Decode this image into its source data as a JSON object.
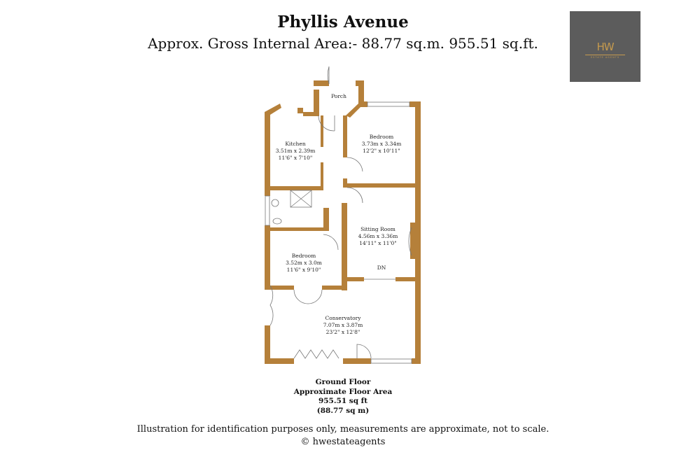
{
  "title": "Phyllis Avenue",
  "subtitle": "Approx. Gross Internal Area:- 88.77 sq.m. 955.51 sq.ft.",
  "logo": {
    "text": "HW",
    "tagline": "ESTATE AGENTS",
    "bg": "#5c5c5c",
    "color": "#c59a4e"
  },
  "wall_color": "#b5803a",
  "rooms": {
    "porch": {
      "name": "Porch"
    },
    "kitchen": {
      "name": "Kitchen",
      "metric": "3.51m x 2.39m",
      "imperial": "11'6\" x 7'10\""
    },
    "bedroom1": {
      "name": "Bedroom",
      "metric": "3.73m x 3.34m",
      "imperial": "12'2\" x 10'11\""
    },
    "sitting": {
      "name": "Sitting Room",
      "metric": "4.56m x 3.36m",
      "imperial": "14'11\" x 11'0\""
    },
    "bedroom2": {
      "name": "Bedroom",
      "metric": "3.52m x 3.0m",
      "imperial": "11'6\" x 9'10\""
    },
    "conservatory": {
      "name": "Conservatory",
      "metric": "7.07m x 3.87m",
      "imperial": "23'2\" x 12'8\""
    },
    "stairs": "DN"
  },
  "floor": {
    "name": "Ground Floor",
    "label": "Approximate Floor Area",
    "sqft": "955.51 sq ft",
    "sqm": "(88.77 sq m)"
  },
  "disclaimer": "Illustration for identification purposes only, measurements are approximate, not to scale.",
  "copyright": "© hwestateagents"
}
